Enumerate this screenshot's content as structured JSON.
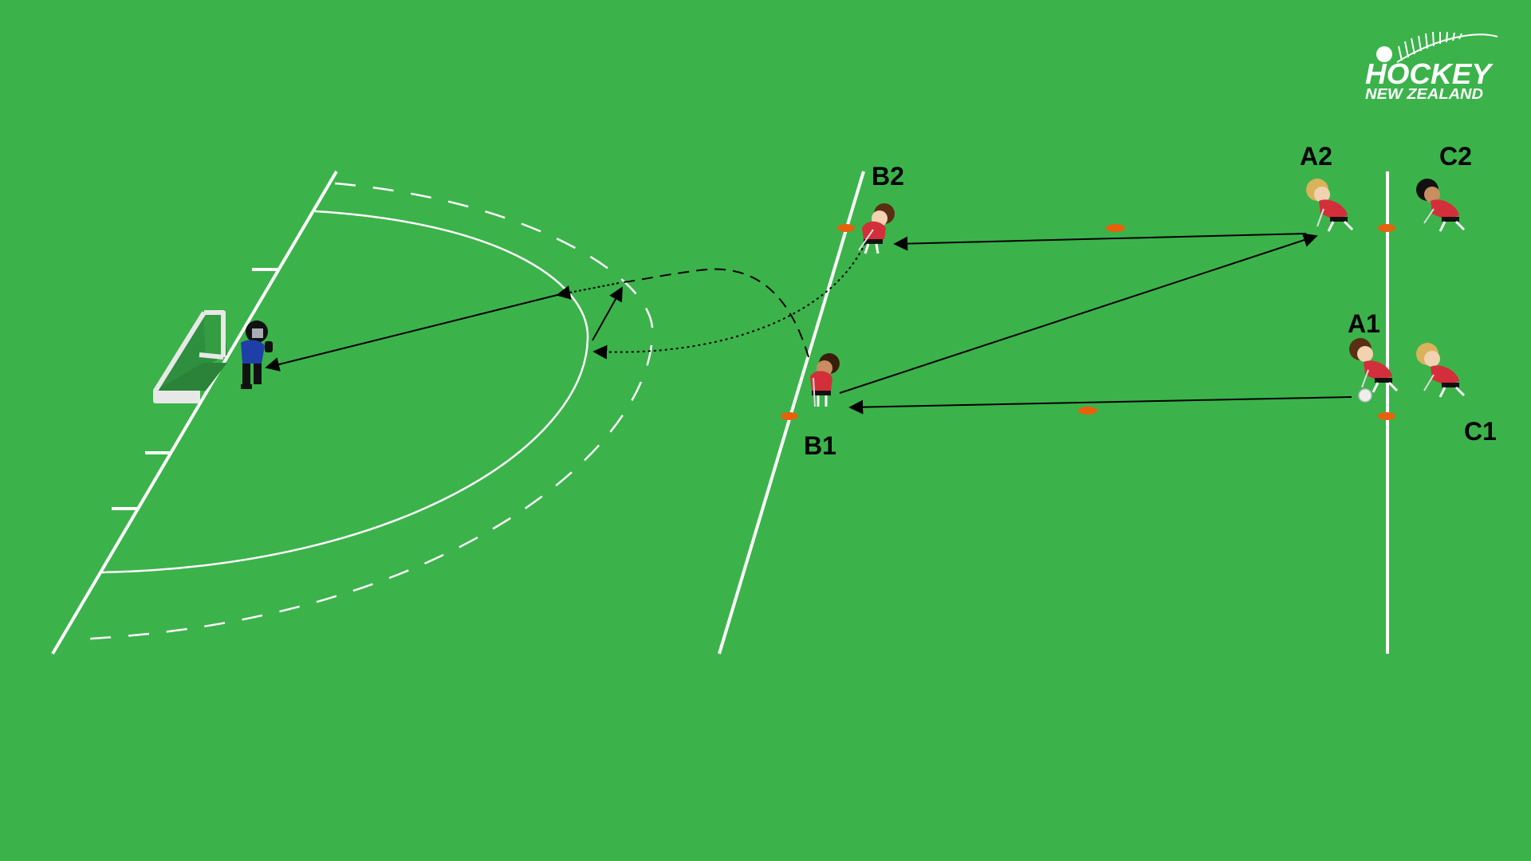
{
  "logo": {
    "line1": "HOCKEY",
    "line2": "NEW ZEALAND"
  },
  "colors": {
    "field": "#3bb34a",
    "lines": "#ffffff",
    "cone": "#e8600c",
    "jersey": "#d32f3a",
    "goalkeeper": "#1e3fa8",
    "arrow": "#000000"
  },
  "players": [
    {
      "id": "A1",
      "label": "A1",
      "role": "attacker",
      "hair": "#5a2e12"
    },
    {
      "id": "A2",
      "label": "A2",
      "role": "attacker",
      "hair": "#d9b25c"
    },
    {
      "id": "B1",
      "label": "B1",
      "role": "attacker",
      "hair": "#3a1e0c"
    },
    {
      "id": "B2",
      "label": "B2",
      "role": "attacker",
      "hair": "#5a2e12"
    },
    {
      "id": "C1",
      "label": "C1",
      "role": "attacker",
      "hair": "#d9b25c"
    },
    {
      "id": "C2",
      "label": "C2",
      "role": "attacker",
      "hair": "#111111"
    },
    {
      "id": "GK",
      "label": "",
      "role": "goalkeeper",
      "hair": "#111111"
    }
  ],
  "passes": [
    {
      "from": "A1",
      "to": "B1",
      "style": "solid"
    },
    {
      "from": "B1",
      "to": "A2",
      "style": "solid"
    },
    {
      "from": "A2",
      "to": "B2",
      "style": "solid"
    },
    {
      "from": "B2",
      "to": "circle-top",
      "style": "dotted"
    },
    {
      "from": "circle-top",
      "to": "GK",
      "style": "solid"
    }
  ]
}
